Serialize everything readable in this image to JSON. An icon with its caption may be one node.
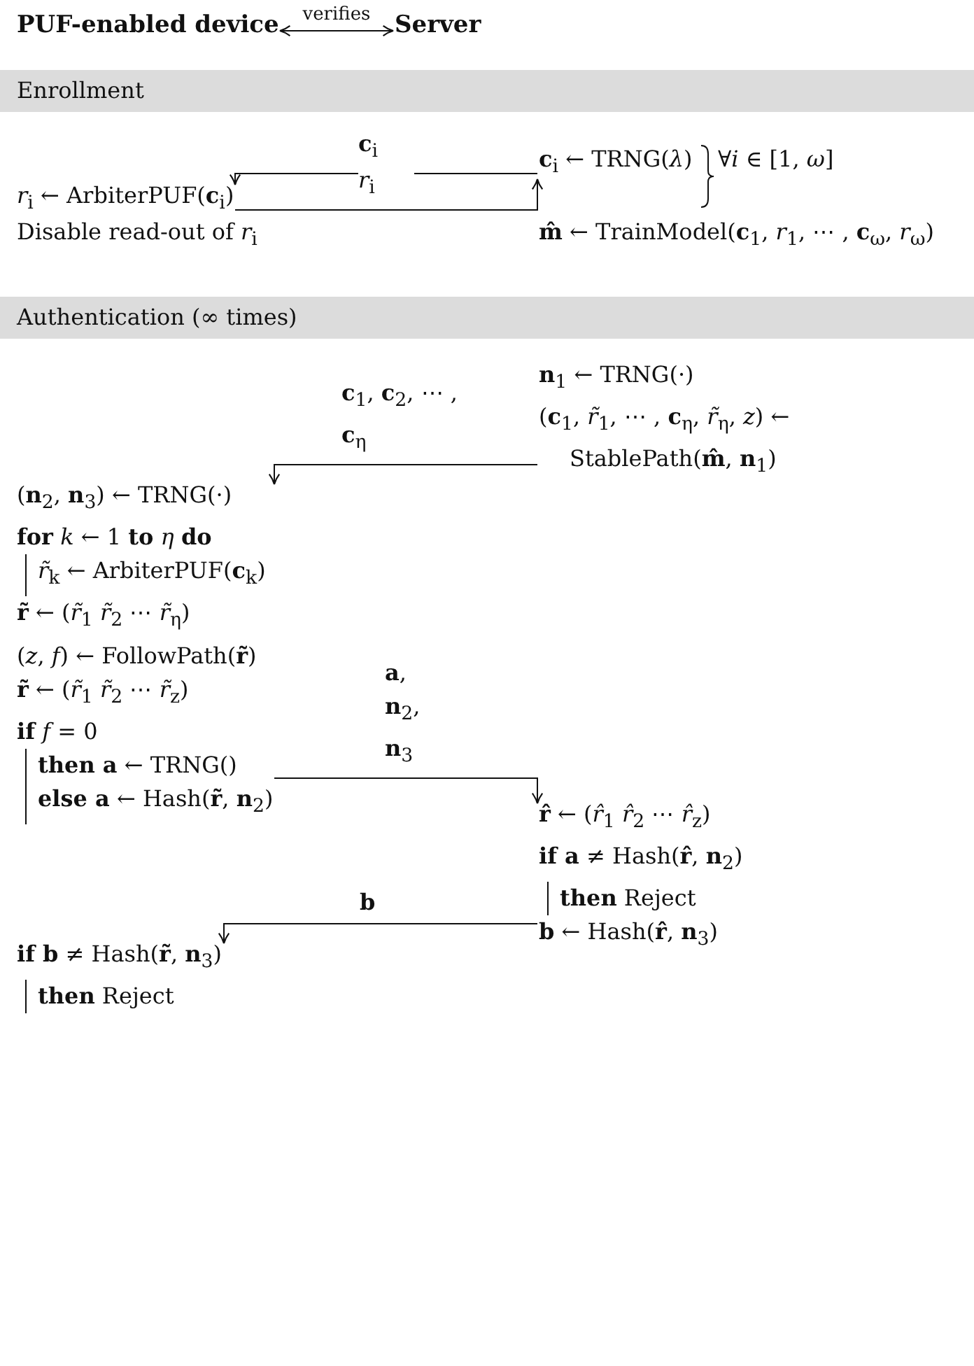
{
  "diagram": {
    "nodes": [
      {
        "text": [
          "PUF-enabled device"
        ]
      },
      {
        "text": [
          "Server"
        ]
      },
      {
        "text": [
          "Enrollment"
        ]
      },
      {
        "text": [
          "**c**$_{i}$ ← TRNG(*λ*)"
        ],
        "beside": [
          "∀*i* ∈ [1, *ω*]"
        ]
      },
      {
        "text": [
          "*r*$_{i}$ ← ArbiterPUF(**c**$_{i}$)"
        ]
      },
      {
        "text": [
          "Disable read-out of *r*$_{i}$"
        ]
      },
      {
        "text": [
          "**m̂** ← TrainModel(**c**$_{1}$, *r*$_{1}$, ⋯ , **c**$_{ω}$, *r*$_{ω}$)"
        ]
      },
      {
        "text": [
          "Authentication (∞ times)"
        ]
      },
      {
        "text": [
          "**n**$_{1}$ ← TRNG(·)",
          "(**c**$_{1}$, *r̃*$_{1}$, ⋯ , **c**$_{η}$, *r̃*$_{η}$, *z*) ← StablePath(**m̂**, **n**$_{1}$)"
        ]
      },
      {
        "text": [
          "(**n**$_{2}$, **n**$_{3}$) ← TRNG(·)",
          "**for** *k* ← 1 **to** *η* **do**",
          "*r̃*$_{k}$ ← ArbiterPUF(**c**$_{k}$)",
          "**r̃** ← (*r̃*$_{1}$ *r̃*$_{2}$ ⋯ *r̃*$_{η}$)",
          "(*z*, *f*) ← FollowPath(**r̃**)",
          "**r̃** ← (*r̃*$_{1}$ *r̃*$_{2}$ ⋯ *r̃*$_{z}$)",
          "**if** *f* = 0",
          "**then a** ← TRNG()",
          "**else a** ← Hash(**r̃**, **n**$_{2}$)"
        ]
      },
      {
        "text": [
          "**r̂** ← (*r̂*$_{1}$ *r̂*$_{2}$ ⋯ *r̂*$_{z}$)",
          "**if a** ≠ Hash(**r̂**, **n**$_{2}$)",
          "**then** Reject",
          "**b** ← Hash(**r̂**, **n**$_{3}$)"
        ]
      },
      {
        "text": [
          "**if b** ≠ Hash(**r̃**, **n**$_{3}$)",
          "**then** Reject"
        ]
      }
    ],
    "edges": [
      {
        "from": 0,
        "to": 1,
        "arrow": "both",
        "label": "verifies"
      },
      {
        "from": 3,
        "to": 4,
        "arrow": "to",
        "label": "**c**$_{i}$"
      },
      {
        "from": 4,
        "to": 3,
        "arrow": "to",
        "label": "*r*$_{i}$"
      },
      {
        "from": 8,
        "to": 9,
        "arrow": "to",
        "label": "**c**$_{1}$, **c**$_{2}$, ⋯ , **c**$_{η}$"
      },
      {
        "from": 9,
        "to": 10,
        "arrow": "to",
        "label": "**a**, **n**$_{2}$, **n**$_{3}$"
      },
      {
        "from": 10,
        "to": 11,
        "arrow": "to",
        "label": "**b**"
      }
    ]
  }
}
